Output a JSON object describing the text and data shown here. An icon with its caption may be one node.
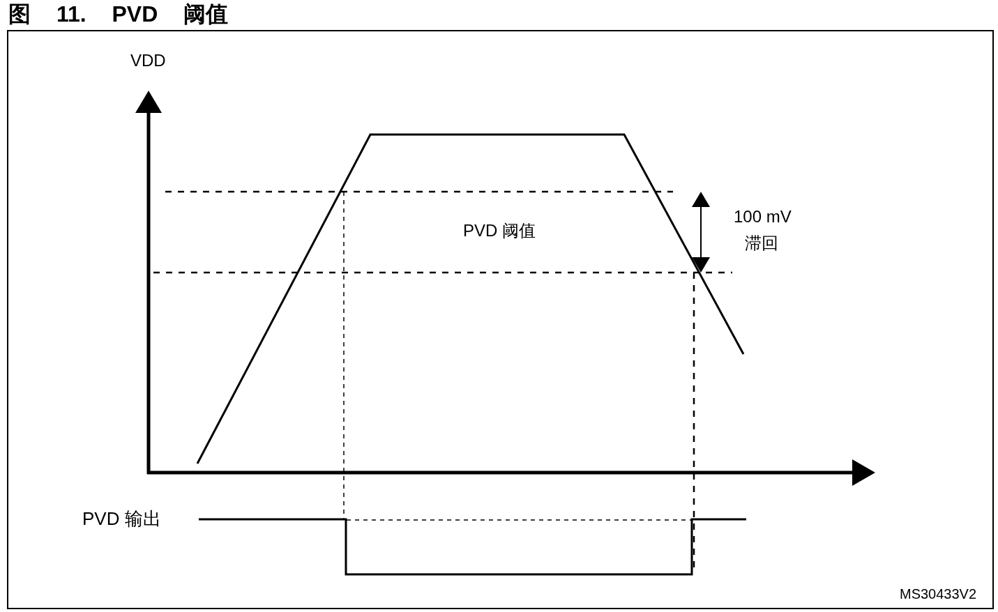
{
  "diagram": {
    "title": "图 11. PVD 阈值",
    "labels": [
      "VDD",
      "PVD 阈值",
      "100 mV",
      "滞回",
      "PVD 输出",
      "MS30433V2"
    ]
  }
}
